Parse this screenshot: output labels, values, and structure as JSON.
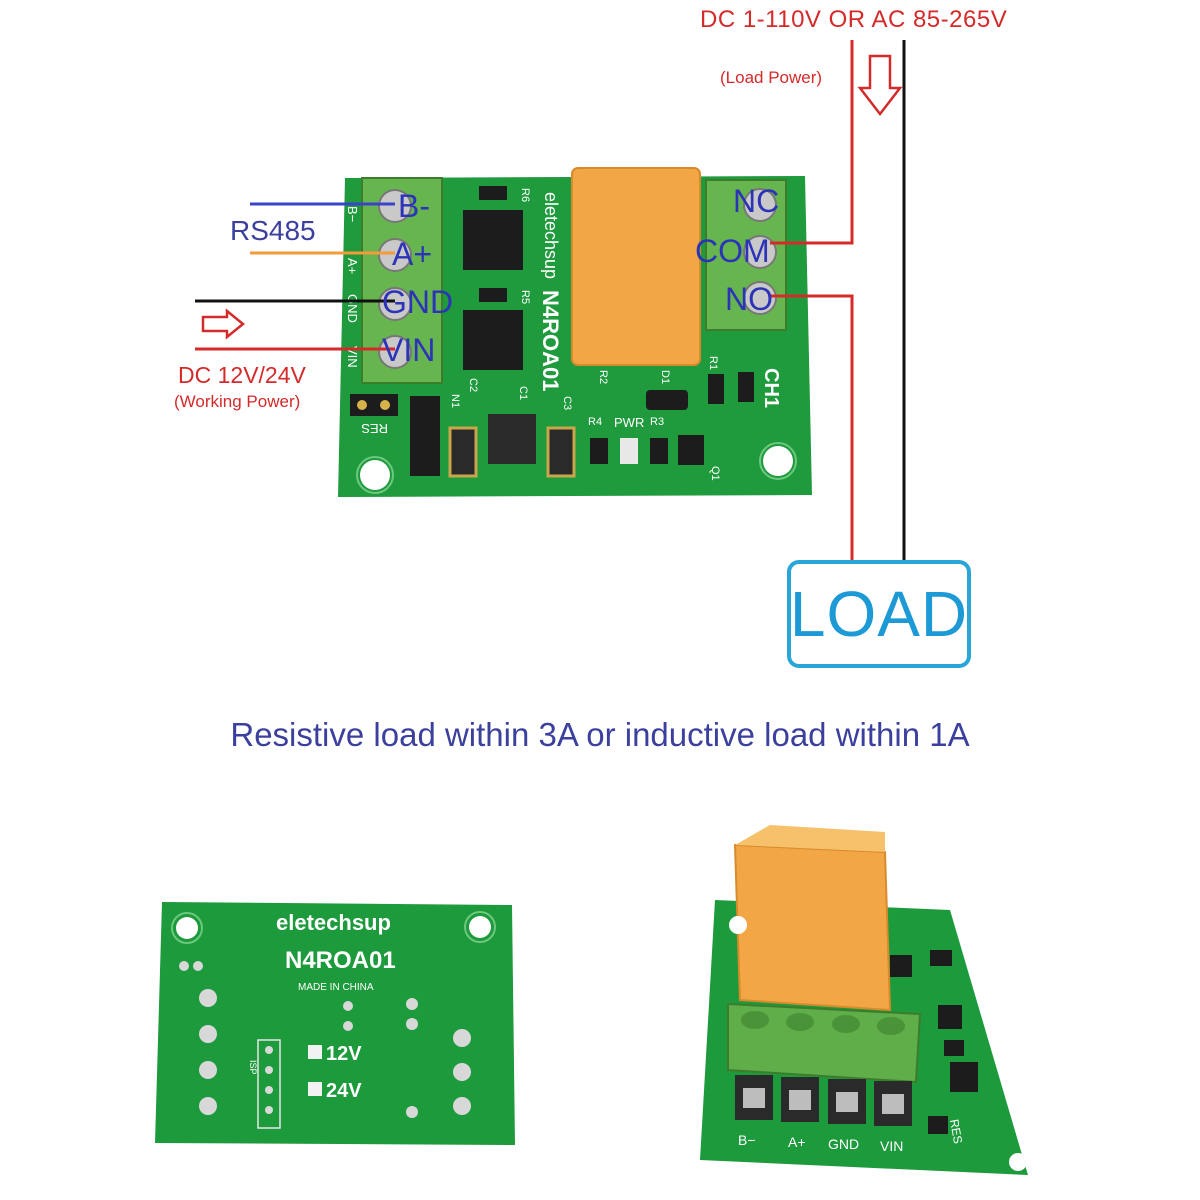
{
  "load_power": {
    "header": "DC 1-110V OR AC 85-265V",
    "sublabel": "(Load Power)"
  },
  "rs485": {
    "label": "RS485"
  },
  "working_power": {
    "label": "DC 12V/24V",
    "sublabel": "(Working Power)"
  },
  "left_terminals": [
    "B-",
    "A+",
    "GND",
    "VIN"
  ],
  "right_terminals": [
    "NC",
    "COM",
    "NO"
  ],
  "load": {
    "label": "LOAD"
  },
  "note": "Resistive load within 3A or inductive load within 1A",
  "top_board": {
    "brand": "eletechsup",
    "model": "N4ROA01",
    "channel": "CH1",
    "pwr": "PWR",
    "res": "RES",
    "parts": [
      "R6",
      "R5",
      "C1",
      "C2",
      "N1",
      "C3",
      "R4",
      "R3",
      "R2",
      "D1",
      "R1",
      "Q1"
    ],
    "left_side_marks": [
      "B−",
      "A+",
      "GND",
      "VIN"
    ]
  },
  "bottom_board": {
    "brand": "eletechsup",
    "model": "N4ROA01",
    "made_in": "MADE IN CHINA",
    "v12": "12V",
    "v24": "24V",
    "isp": "ISP"
  },
  "angled_board": {
    "terminals": [
      "B−",
      "A+",
      "GND",
      "VIN"
    ],
    "res": "RES"
  },
  "colors": {
    "pcb": "#1e9a3c",
    "relay": "#f2a646",
    "terminal": "#5fae4a",
    "wire_red": "#d42a2a",
    "wire_blue": "#3a43c9",
    "wire_orange": "#f29b38",
    "load_border": "#28a6d8"
  }
}
